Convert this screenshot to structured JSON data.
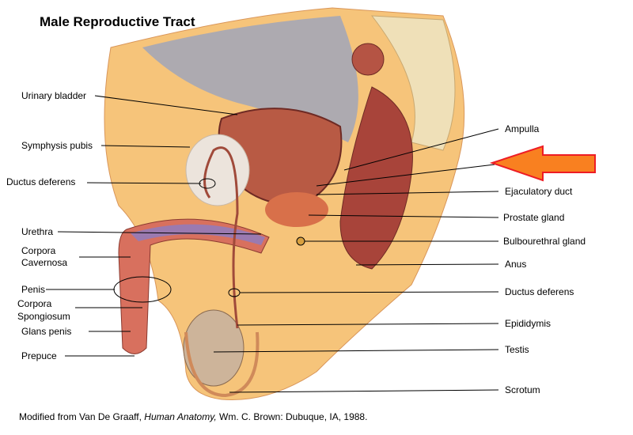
{
  "title": "Male Reproductive Tract",
  "labels_left": {
    "urinary_bladder": "Urinary bladder",
    "symphysis_pubis": "Symphysis pubis",
    "ductus_deferens": "Ductus deferens",
    "urethra": "Urethra",
    "corpora_cavernosa_1": "Corpora",
    "corpora_cavernosa_2": "Cavernosa",
    "penis": "Penis",
    "corpora_spongiosum_1": "Corpora",
    "corpora_spongiosum_2": "Spongiosum",
    "glans_penis": "Glans penis",
    "prepuce": "Prepuce"
  },
  "labels_right": {
    "ampulla": "Ampulla",
    "ejaculatory_duct": "Ejaculatory duct",
    "prostate_gland": "Prostate gland",
    "bulbourethral_gland": "Bulbourethral gland",
    "anus": "Anus",
    "ductus_deferens": "Ductus deferens",
    "epididymis": "Epididymis",
    "testis": "Testis",
    "scrotum": "Scrotum"
  },
  "caption": {
    "prefix": "Modified from Van De Graaff, ",
    "book": "Human Anatomy,",
    "suffix": " Wm. C. Brown: Dubuque, IA, 1988."
  },
  "colors": {
    "arrow_fill": "#f98020",
    "arrow_stroke": "#ee1c24",
    "skin": "#f6c47a",
    "tissue": "#c8584a"
  }
}
